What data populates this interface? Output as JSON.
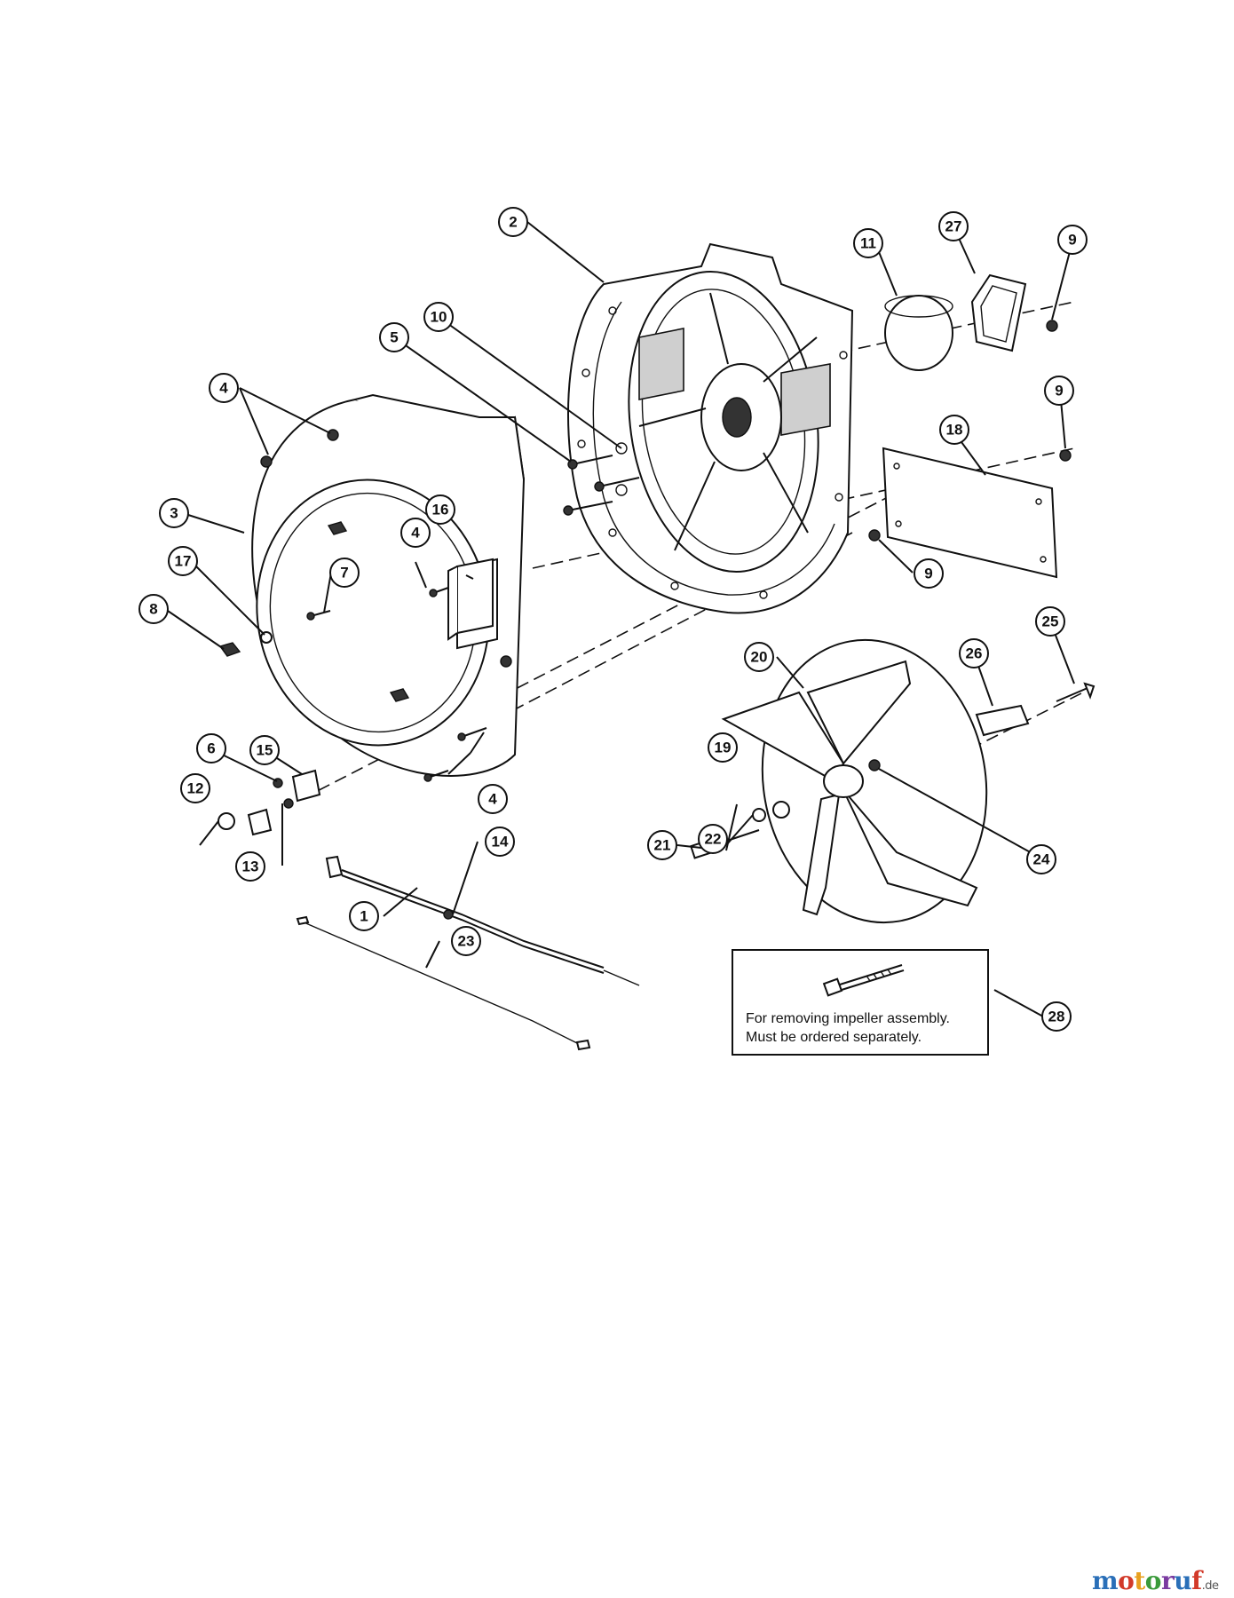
{
  "callouts": [
    {
      "num": "1"
    },
    {
      "num": "2"
    },
    {
      "num": "3"
    },
    {
      "num": "4"
    },
    {
      "num": "4"
    },
    {
      "num": "4"
    },
    {
      "num": "5"
    },
    {
      "num": "6"
    },
    {
      "num": "7"
    },
    {
      "num": "8"
    },
    {
      "num": "9"
    },
    {
      "num": "9"
    },
    {
      "num": "9"
    },
    {
      "num": "10"
    },
    {
      "num": "11"
    },
    {
      "num": "12"
    },
    {
      "num": "13"
    },
    {
      "num": "14"
    },
    {
      "num": "15"
    },
    {
      "num": "16"
    },
    {
      "num": "17"
    },
    {
      "num": "18"
    },
    {
      "num": "19"
    },
    {
      "num": "20"
    },
    {
      "num": "21"
    },
    {
      "num": "22"
    },
    {
      "num": "23"
    },
    {
      "num": "24"
    },
    {
      "num": "25"
    },
    {
      "num": "26"
    },
    {
      "num": "27"
    },
    {
      "num": "28"
    }
  ],
  "note": {
    "line1": "For removing impeller assembly.",
    "line2": "Must be ordered separately."
  },
  "watermark": {
    "brand": "motoruf",
    "suffix": ".de",
    "colors": [
      "#2a6fb8",
      "#d23a2a",
      "#e8a020",
      "#3a9a3a",
      "#7a3aa0",
      "#2a6fb8",
      "#d23a2a"
    ]
  }
}
